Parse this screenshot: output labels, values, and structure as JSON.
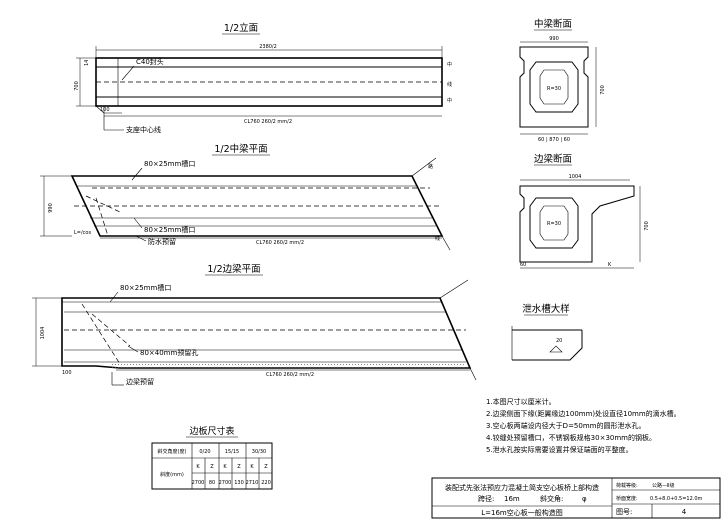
{
  "views": {
    "half_elevation": {
      "title": "1/2立面",
      "top_dim": "2380/2",
      "bottom_dim": "CL760 260/2 mm/2",
      "note_c40": "C40封头",
      "note_support": "支座中心线"
    },
    "mid_plan": {
      "title": "1/2中梁平面",
      "note_groove_top": "80×25mm槽口",
      "note_groove_bottom": "80×25mm槽口",
      "note_hinge": "防水预留",
      "bottom_dim": "CL760 260/2 mm/2"
    },
    "side_plan": {
      "title": "1/2边梁平面",
      "note_groove_top": "80×25mm槽口",
      "note_groove_bottom": "80×40mm预留孔",
      "note_seat": "边梁预留",
      "bottom_dim": "CL760 260/2 mm/2"
    },
    "mid_section": {
      "title": "中梁断面"
    },
    "side_section": {
      "title": "边梁断面"
    },
    "drain_detail": {
      "title": "泄水槽大样"
    }
  },
  "notes": [
    "1.本图尺寸以厘米计。",
    "2.边梁侧面下缘(距翼缘边100mm)处设直径10mm的滴水槽。",
    "3.空心板两端设内径大于D=50mm的圆形泄水孔。",
    "4.铰缝处预留槽口，不锈钢板规格30×30mm的钢板。",
    "5.泄水孔按实际需要设置并保证端面的平整度。"
  ],
  "table": {
    "title": "边板尺寸表",
    "header_label": "斜交角度(度)",
    "row_label": "斜度(mm)",
    "angles": [
      "0/20",
      "15/15",
      "30/30"
    ],
    "sub_headers": [
      "K",
      "Z",
      "K",
      "Z",
      "K",
      "Z"
    ],
    "values": [
      "2700",
      "80",
      "2700",
      "130",
      "2710",
      "220"
    ]
  },
  "title_block": {
    "project": "装配式先张法预应力混凝土简支空心板桥上部构造",
    "span_label": "跨径:",
    "span_value": "16m",
    "skew_label": "斜交角:",
    "skew_value": "φ",
    "drawing_name": "L=16m空心板一般构造图",
    "design_load_label": "荷载等级:",
    "design_load_value": "公路—Ⅱ级",
    "width_label": "桥面宽度:",
    "width_value": "0.5+8.0+0.5=12.0m",
    "sheet_label": "图号:",
    "sheet_value": "4"
  }
}
